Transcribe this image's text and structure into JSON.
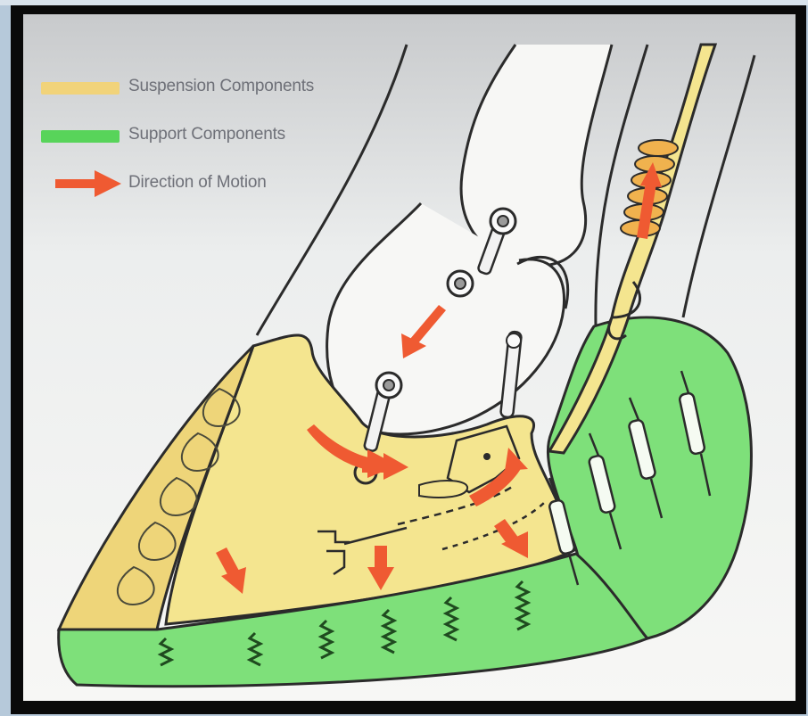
{
  "legend": {
    "items": [
      {
        "label": "Suspension Components",
        "kind": "swatch",
        "color": "#f1d37a"
      },
      {
        "label": "Support Components",
        "kind": "swatch",
        "color": "#58d45a"
      },
      {
        "label": "Direction of Motion",
        "kind": "arrow",
        "color": "#ef5a32"
      }
    ]
  },
  "colors": {
    "suspension": "#f4e58f",
    "support": "#7ee07a",
    "motion_arrow": "#ef5a32",
    "outline": "#2b2b2b",
    "frame": "#0a0a0a",
    "slide_background": "#b6c9da"
  }
}
